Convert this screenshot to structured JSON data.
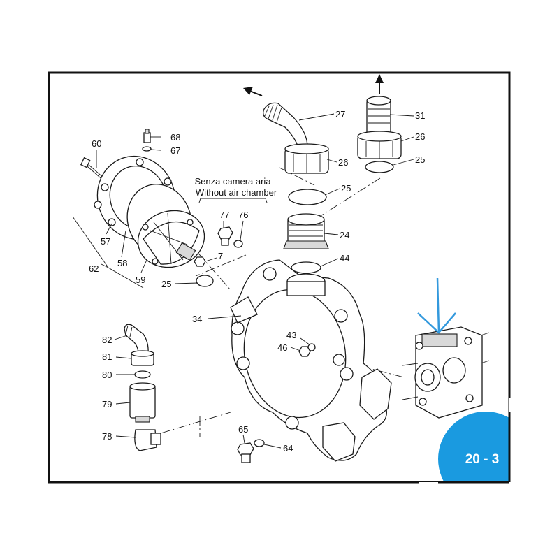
{
  "air_chamber_note": {
    "line1": "Senza camera aria",
    "line2": "Without air chamber"
  },
  "page_badge": {
    "text": "20 - 3",
    "color": "#1a9ae0"
  },
  "highlight_color": "#3399dd",
  "part_labels": {
    "p60": "60",
    "p68": "68",
    "p67": "67",
    "p57": "57",
    "p58": "58",
    "p62": "62",
    "p59": "59",
    "p25a": "25",
    "p77": "77",
    "p76": "76",
    "p7": "7",
    "p27": "27",
    "p26a": "26",
    "p25b": "25",
    "p24": "24",
    "p44": "44",
    "p31": "31",
    "p26b": "26",
    "p25c": "25",
    "p34": "34",
    "p43": "43",
    "p46": "46",
    "p82": "82",
    "p81": "81",
    "p80": "80",
    "p79": "79",
    "p78": "78",
    "p65": "65",
    "p64": "64"
  }
}
